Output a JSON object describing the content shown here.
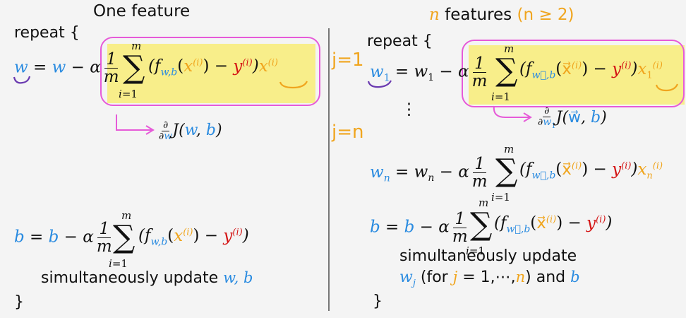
{
  "left": {
    "title": "One feature",
    "repeat": "repeat {",
    "close": "}",
    "simul_prefix": "simultaneously update",
    "simul_vars": "w, b"
  },
  "right": {
    "title_n": "n",
    "title_rest": " features ",
    "title_cond": "(n ≥ 2)",
    "repeat": "repeat {",
    "close": "}",
    "j_first": "j=1",
    "j_last": "j=n",
    "vdots": "⋮",
    "simul_prefix": "simultaneously update",
    "simul_for_open": " (for ",
    "simul_j": "j",
    "simul_eq": " = 1,⋯,",
    "simul_n": "n",
    "simul_and": ") and ",
    "simul_b": "b"
  }
}
